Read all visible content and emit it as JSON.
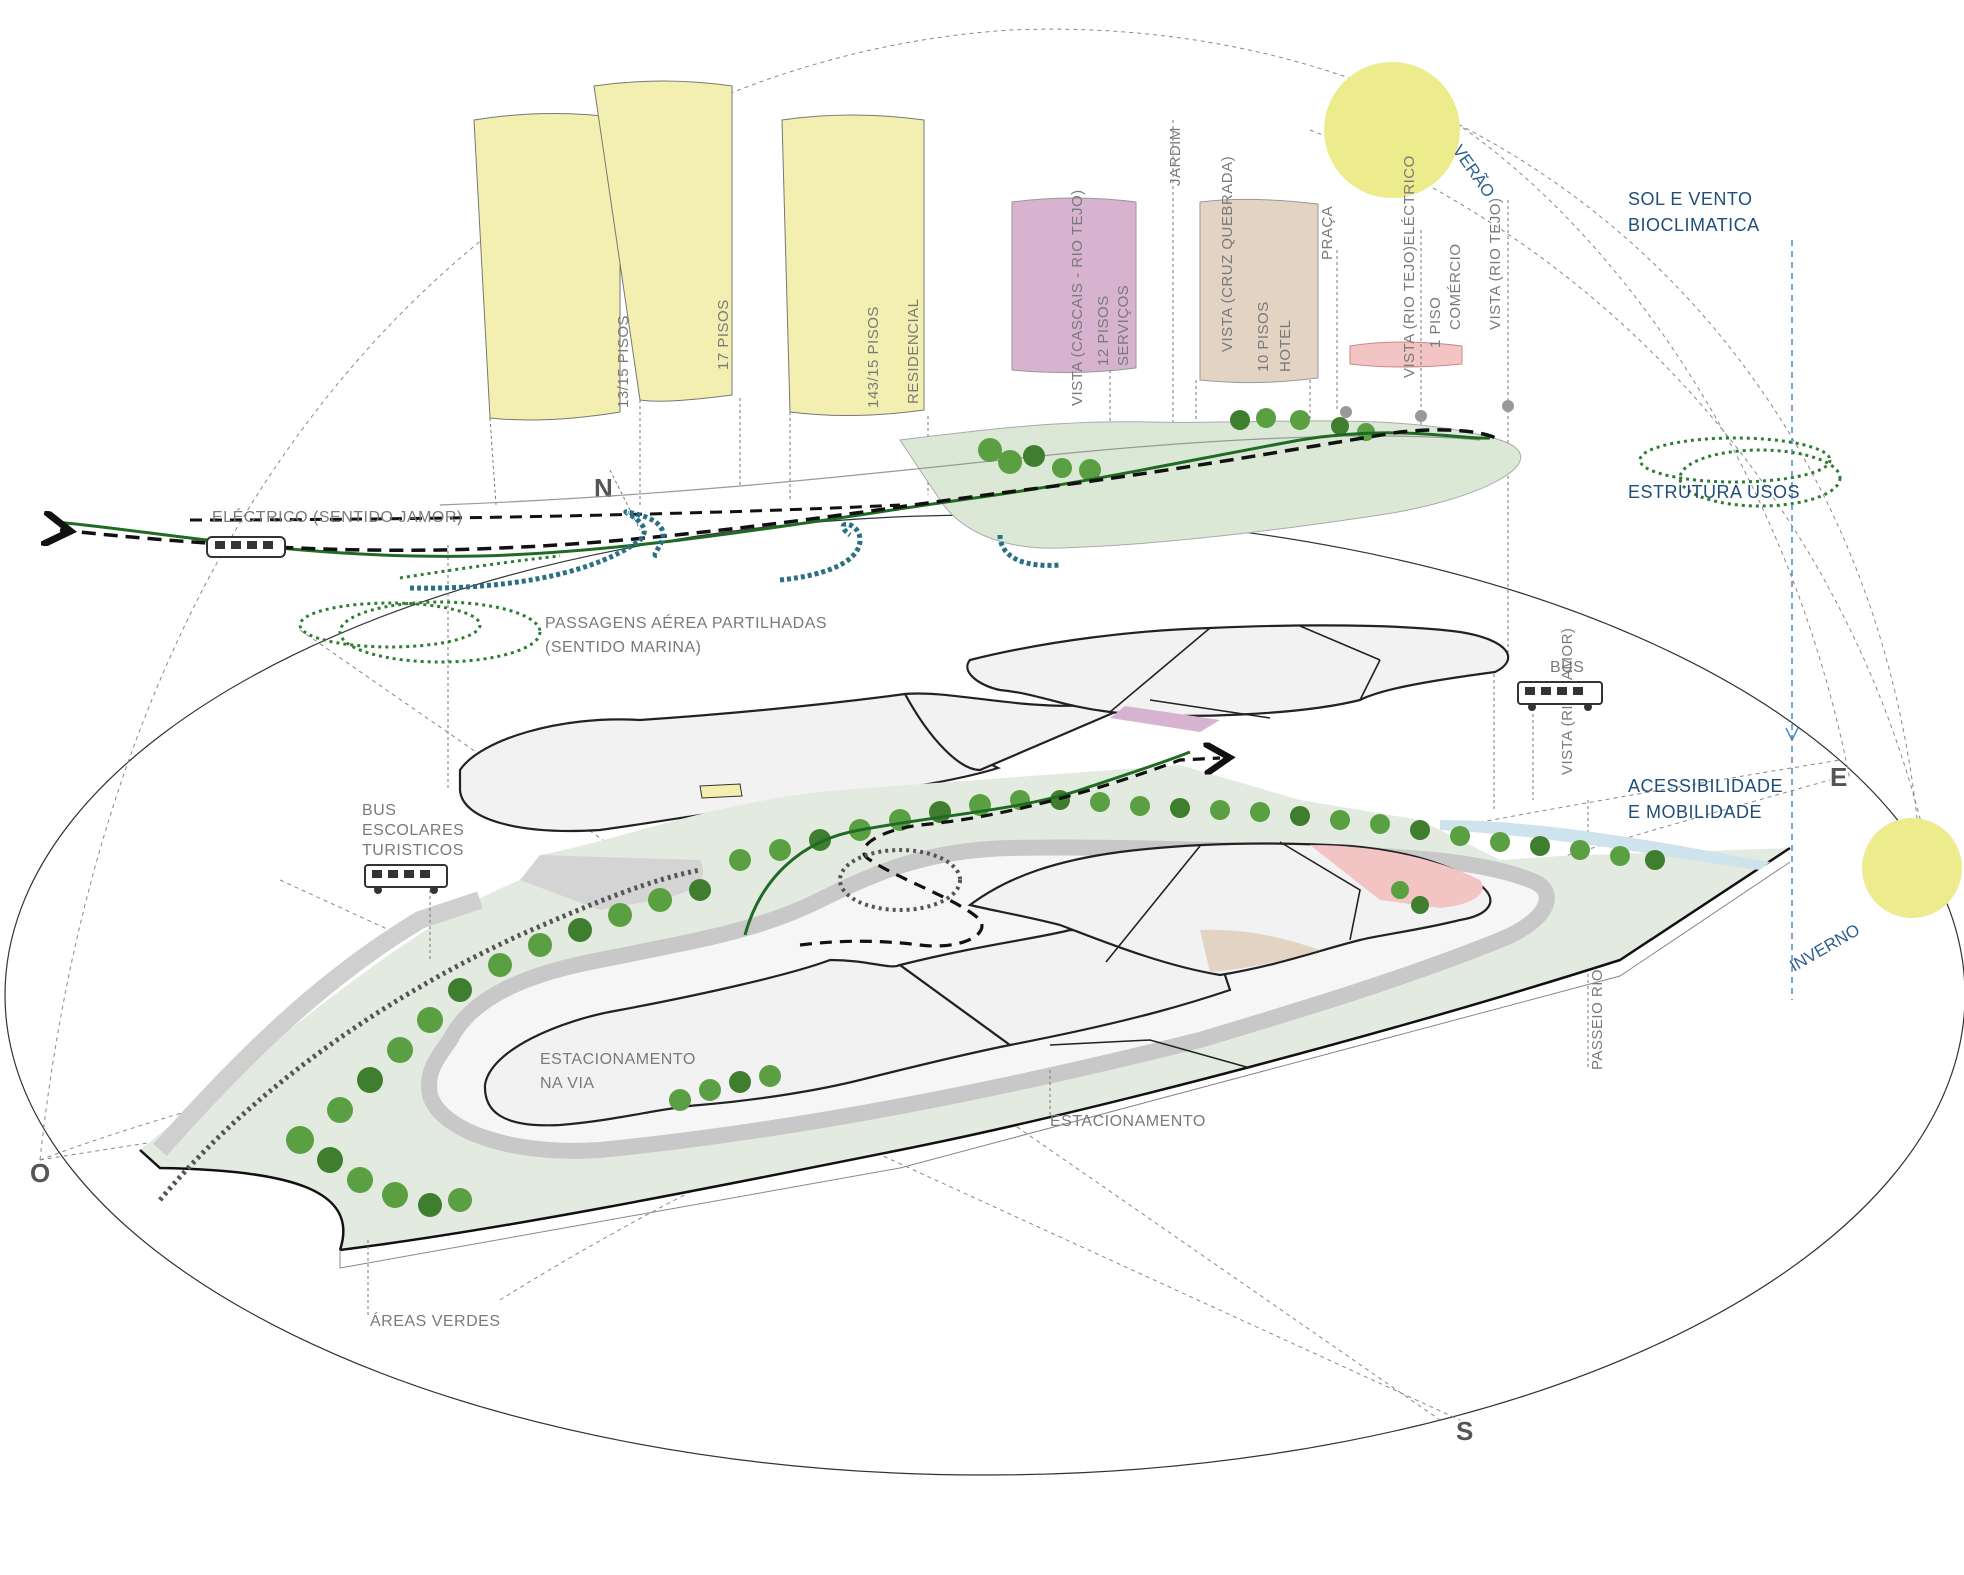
{
  "colors": {
    "sun": "#ecec8c",
    "tower_residential": "#f2efb0",
    "tower_services": "#d7b3cf",
    "tower_hotel": "#e2d3c3",
    "commerce": "#f3c4c4",
    "green": "#2f7d32",
    "blue_path": "#2a6f82",
    "label_blue": "#1f4e79",
    "water": "#cfe3ec"
  },
  "cardinals": {
    "north": "N",
    "east": "E",
    "south": "S",
    "west": "O"
  },
  "towers": {
    "t1": "13/15 PISOS",
    "t2": "17 PISOS",
    "t3a": "143/15 PISOS",
    "t3b": "RESIDENCIAL",
    "t4a": "VISTA (CASCAIS - RIO TEJO)",
    "t4b": "12 PISOS",
    "t4c": "SERVIÇOS",
    "t5a": "VISTA (CRUZ QUEBRADA)",
    "t5b": "10 PISOS",
    "t5c": "HOTEL"
  },
  "vertical_labels": {
    "jardim": "JARDIM",
    "praca": "PRAÇA",
    "vista_rio_tejo_electrico": "VISTA (RIO TEJO)ELÉCTRICO",
    "piso_comercio_a": "1 PISO",
    "piso_comercio_b": "COMÉRCIO",
    "vista_rio_tejo": "VISTA (RIO TEJO)",
    "vista_rio_jamor": "VISTA (RIO JAMOR)",
    "passeio_rio_jamor": "PASSEIO RIO JAMOR"
  },
  "labels": {
    "electrico": "ELÉCTRICO (SENTIDO JAMOR)",
    "passagens_1": "PASSAGENS AÉREA PARTILHADAS",
    "passagens_2": "(SENTIDO MARINA)",
    "bus_right": "BUS",
    "bus_left_1": "BUS",
    "bus_left_2": "ESCOLARES",
    "bus_left_3": "TURISTICOS",
    "estac_via_1": "ESTACIONAMENTO",
    "estac_via_2": "NA VIA",
    "estacionamento": "ESTACIONAMENTO",
    "areas_verdes": "ÁREAS VERDES"
  },
  "legend": {
    "sol_1": "SOL E VENTO",
    "sol_2": "BIOCLIMATICA",
    "estrutura": "ESTRUTURA USOS",
    "acess_1": "ACESSIBILIDADE",
    "acess_2": "E MOBILIDADE",
    "verao": "VERÃO",
    "inverno": "INVERNO"
  }
}
